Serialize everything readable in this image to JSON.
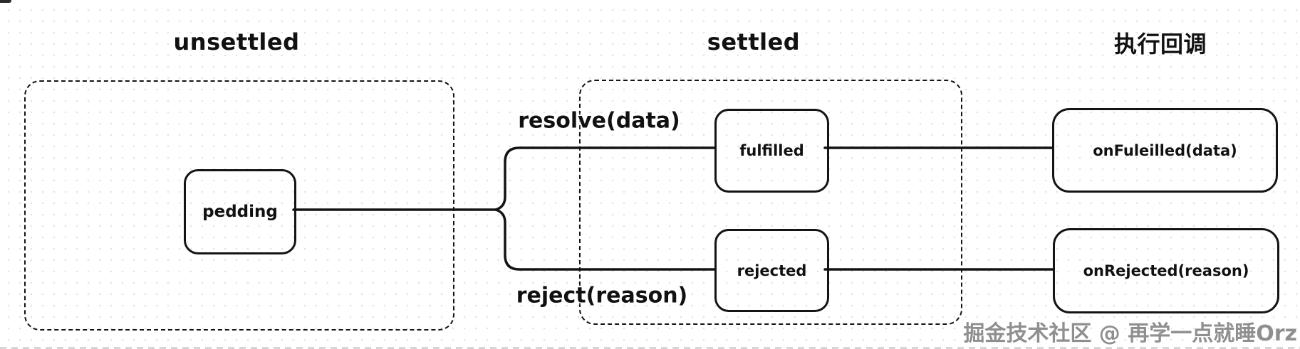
{
  "titles": {
    "unsettled": "unsettled",
    "settled": "settled",
    "callbacks": "执行回调"
  },
  "states": {
    "pending": "pedding",
    "fulfilled": "fulfilled",
    "rejected": "rejected"
  },
  "callbacks": {
    "on_fulfilled": "onFuleilled(data)",
    "on_rejected": "onRejected(reason)"
  },
  "transitions": {
    "resolve": "resolve(data)",
    "reject": "reject(reason)"
  },
  "watermark": "掘金技术社区 @ 再学一点就睡Orz",
  "colors": {
    "stroke": "#141414",
    "text": "#111111",
    "watermark_gray": "#8f8f8f",
    "dot_grid": "#e3e3e3",
    "background": "#ffffff"
  }
}
